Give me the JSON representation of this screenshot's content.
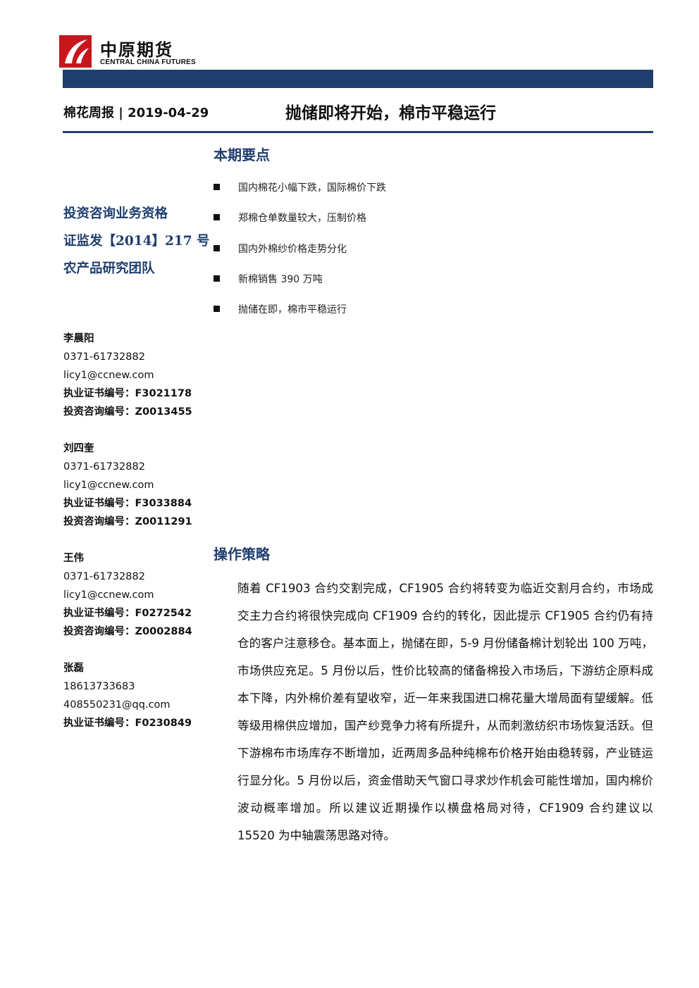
{
  "header": {
    "logo_cn": "中原期货",
    "logo_en": "CENTRAL CHINA FUTURES",
    "report_type": "棉花周报 | 2019-04-29",
    "title": "抛储即将开始，棉市平稳运行"
  },
  "key_points": {
    "heading": "本期要点",
    "items": [
      "国内棉花小幅下跌，国际棉价下跌",
      "郑棉仓单数量较大，压制价格",
      "国内外棉纱价格走势分化",
      "新棉销售 390 万吨",
      "抛储在即，棉市平稳运行"
    ]
  },
  "qualification": {
    "line1": "投资咨询业务资格",
    "line2": "证监发【2014】217 号",
    "line3": "农产品研究团队"
  },
  "analysts": [
    {
      "name": "李晨阳",
      "phone": "0371-61732882",
      "email": "licy1@ccnew.com",
      "cert": "执业证书编号：F3021178",
      "consult": "投资咨询编号：Z0013455"
    },
    {
      "name": "刘四奎",
      "phone": "0371-61732882",
      "email": "licy1@ccnew.com",
      "cert": "执业证书编号：F3033884",
      "consult": "投资咨询编号：Z0011291"
    },
    {
      "name": "王伟",
      "phone": "0371-61732882",
      "email": "licy1@ccnew.com",
      "cert": "执业证书编号：F0272542",
      "consult": "投资咨询编号：Z0002884"
    },
    {
      "name": "张磊",
      "phone": "18613733683",
      "email": "408550231@qq.com",
      "cert": "执业证书编号：F0230849"
    }
  ],
  "strategy": {
    "heading": "操作策略",
    "body": "随着 CF1903 合约交割完成，CF1905 合约将转变为临近交割月合约，市场成交主力合约将很快完成向 CF1909 合约的转化，因此提示 CF1905 合约仍有持仓的客户注意移仓。基本面上，抛储在即，5-9 月份储备棉计划轮出 100 万吨，市场供应充足。5 月份以后，性价比较高的储备棉投入市场后，下游纺企原料成本下降，内外棉价差有望收窄，近一年来我国进口棉花量大增局面有望缓解。低等级用棉供应增加，国产纱竞争力将有所提升，从而刺激纺织市场恢复活跃。但下游棉布市场库存不断增加，近两周多品种纯棉布价格开始由稳转弱，产业链运行显分化。5 月份以后，资金借助天气窗口寻求炒作机会可能性增加，国内棉价波动概率增加。所以建议近期操作以横盘格局对待，CF1909 合约建议以 15520 为中轴震荡思路对待。"
  },
  "colors": {
    "brand_blue": "#1f3e6e",
    "logo_red": "#c8161d"
  }
}
